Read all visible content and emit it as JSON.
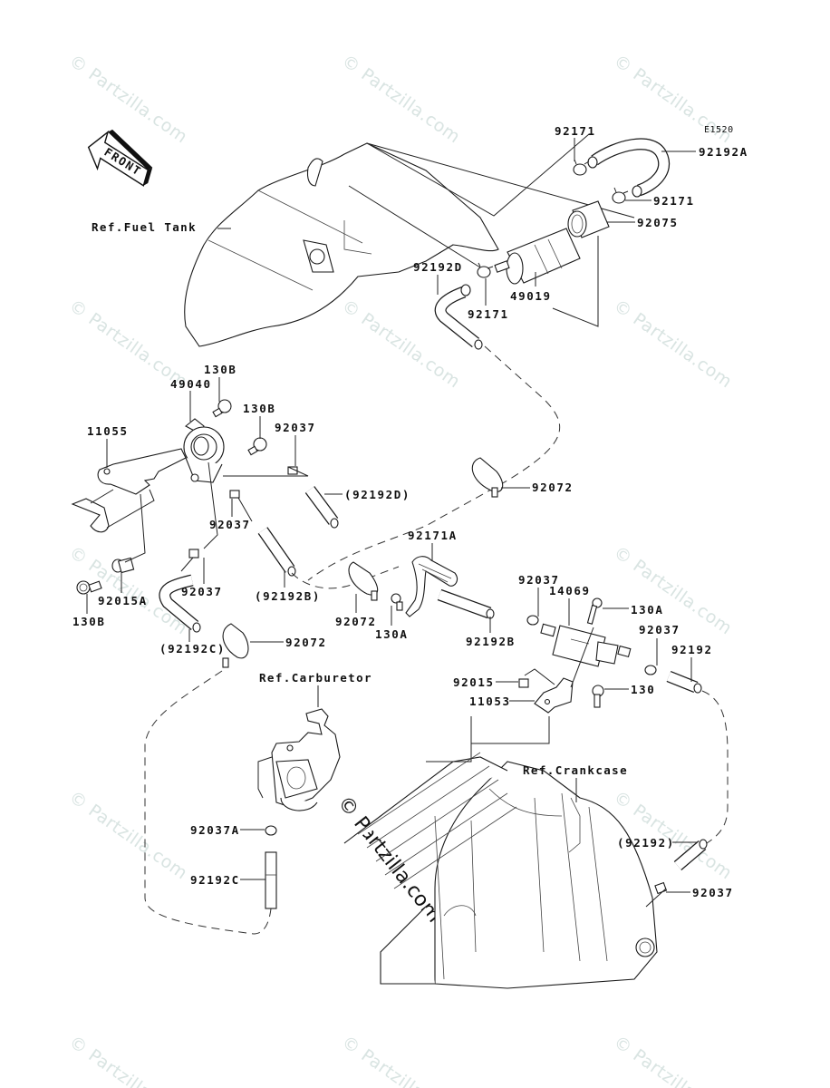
{
  "diagram": {
    "code": "E1520",
    "front_arrow": "FRONT",
    "references": {
      "fuel_tank": "Ref.Fuel Tank",
      "carburetor": "Ref.Carburetor",
      "crankcase": "Ref.Crankcase"
    },
    "labels": {
      "l_92171_top": "92171",
      "l_92192A": "92192A",
      "l_92171_right": "92171",
      "l_92075": "92075",
      "l_92192D": "92192D",
      "l_49019": "49019",
      "l_92171_mid": "92171",
      "l_130B_a": "130B",
      "l_49040": "49040",
      "l_130B_b": "130B",
      "l_92037_a": "92037",
      "l_11055": "11055",
      "l_92192D_paren": "(92192D)",
      "l_92072_right": "92072",
      "l_92037_b": "92037",
      "l_92171A": "92171A",
      "l_92192B_paren": "(92192B)",
      "l_92037_c": "92037",
      "l_92015A": "92015A",
      "l_130B_c": "130B",
      "l_92072_mid": "92072",
      "l_130A_a": "130A",
      "l_92192B": "92192B",
      "l_92037_d": "92037",
      "l_14069": "14069",
      "l_130A_b": "130A",
      "l_92037_e": "92037",
      "l_92192": "92192",
      "l_92192C_paren": "(92192C)",
      "l_92072_low": "92072",
      "l_92015": "92015",
      "l_11053": "11053",
      "l_130": "130",
      "l_92037A": "92037A",
      "l_92192C": "92192C",
      "l_92192_paren": "(92192)",
      "l_92037_f": "92037"
    },
    "watermark": "© Partzilla.com"
  }
}
